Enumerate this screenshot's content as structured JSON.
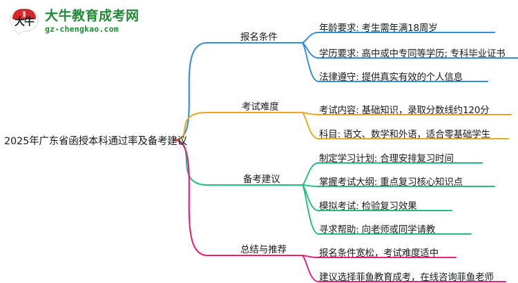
{
  "logo": {
    "mark_text": "大牛",
    "title": "大牛教育成考网",
    "url": "gz-chengkao.com",
    "cap_color": "#d9262b",
    "text_color": "#1f8a35"
  },
  "mindmap": {
    "root": {
      "label": "2025年广东省函授本科通过率及备考建议"
    },
    "branches": [
      {
        "label": "报名条件",
        "color": "#2f8ede",
        "children": [
          {
            "label": "年龄要求: 考生需年满18周岁"
          },
          {
            "label": "学历要求: 高中或中专同等学历; 专科毕业证书"
          },
          {
            "label": "法律遵守: 提供真实有效的个人信息"
          }
        ]
      },
      {
        "label": "考试难度",
        "color": "#eca521",
        "children": [
          {
            "label": "考试内容: 基础知识，录取分数线约120分"
          },
          {
            "label": "科目: 语文、数学和外语，适合零基础学生"
          }
        ]
      },
      {
        "label": "备考建议",
        "color": "#22bf7b",
        "children": [
          {
            "label": "制定学习计划: 合理安排复习时间"
          },
          {
            "label": "掌握考试大纲: 重点复习核心知识点"
          },
          {
            "label": "模拟考试: 检验复习效果"
          },
          {
            "label": "寻求帮助: 向老师或同学请教"
          }
        ]
      },
      {
        "label": "总结与推荐",
        "color": "#ec1c77",
        "children": [
          {
            "label": "报名条件宽松，考试难度适中"
          },
          {
            "label": "建议选择菲鱼教育成考，在线咨询菲鱼老师"
          }
        ]
      }
    ]
  }
}
